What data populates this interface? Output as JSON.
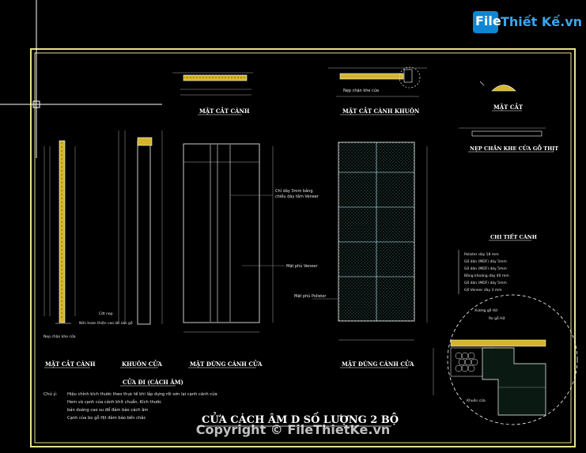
{
  "logo": {
    "prefix": "File",
    "rest": "Thiết Kế.vn",
    "badge_color": "#0e86d4",
    "text_color": "#39a7ee"
  },
  "views": {
    "mat_cat_canh": "MẶT CẮT CÁNH",
    "mat_cat_canh_khuon": "MẶT CẮT CÁNH KHUÔN",
    "mat_cat": "MẶT CẮT",
    "nep_chan_khe": "NẸP CHẮN KHE CỬA GỖ THỊT",
    "chi_tiet_canh": "CHI TIẾT CÁNH",
    "mat_cat_canh_left": "MẶT CẮT CÁNH",
    "khuon_cua": "KHUÔN CỬA",
    "mat_dung_1": "MẶT ĐỨNG CÁNH CỬA",
    "mat_dung_2": "MẶT ĐỨNG CÁNH CỬA",
    "cua_di": "CỬA ĐI (CÁCH ÂM)"
  },
  "annotations": {
    "nep_chan_khe_cua": "Nẹp chặn khe cửa",
    "chi_day": "Chỉ dày 3mm bằng",
    "chi_day2": "chiều dày tấm Veneer",
    "mat_phu_veneer": "Mặt phủ Veneer",
    "mat_phu_polister": "Mặt phủ Polister",
    "coi_nan": "Cớt nẹp",
    "nep_chan_khe_left": "Nẹp chặn khe cửa",
    "nen_hoi": "Nền hoàn thiện cao lát sàn gỗ"
  },
  "layers": [
    "Polister dày 18 mm",
    "Gỗ dán (MDF) dày 5mm",
    "Gỗ dán (MDF) dày 5mm",
    "Bông khoáng dày 40 mm",
    "Gỗ dán (MDF) dày 5mm",
    "Gỗ Veneer dày 3 mm"
  ],
  "detail_labels": {
    "xuong_go": "Xương gỗ Hịt",
    "ro_go": "Ro gỗ Hịt",
    "khuon_cua": "Khuôn cửa"
  },
  "notes": {
    "title": "Chú ý:",
    "lines": [
      "Hiệu chỉnh kích thước theo thực tế khi lắp dựng rồi sơn lại cạnh cánh cửa",
      "Hem và cạnh của cánh khít chuẩn. Kích thước",
      "bản doáng cao su để đảm bảo cách âm",
      "Cạnh của bo gỗ Hịt đảm bảo bền chắc"
    ]
  },
  "main_title": "CỬA CÁCH ÂM D SỐ LƯỢNG 2 BỘ",
  "watermark": "Copyright © FileThietKe.vn"
}
